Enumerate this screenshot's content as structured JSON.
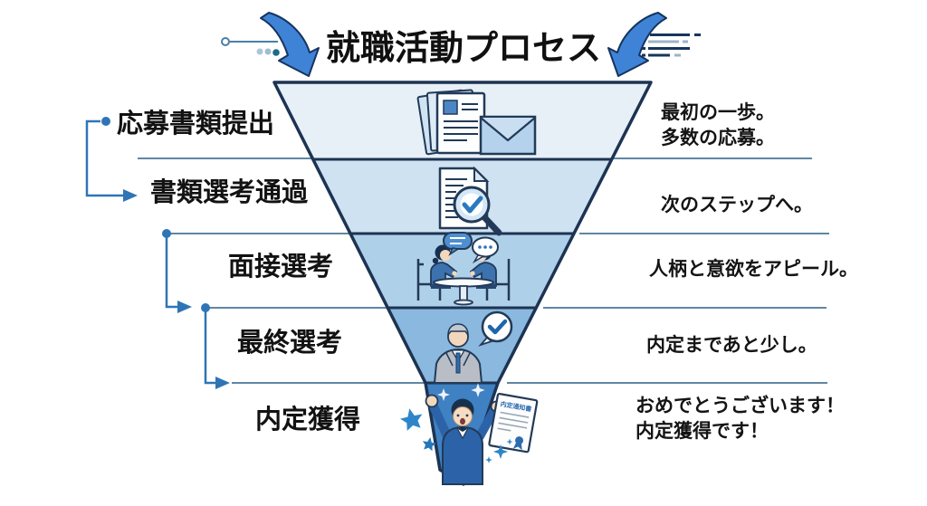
{
  "title": "就職活動プロセス",
  "colors": {
    "outline": "#1d3352",
    "accent_blue": "#2f75b5",
    "arrow_fill": "#3f83d6",
    "thin_line": "#5f87a5",
    "star_blue": "#2e86c8"
  },
  "stages": [
    {
      "label": "応募書類提出",
      "desc": "最初の一歩。\n多数の応募。",
      "color": "#e7eff7",
      "icon": "documents-envelope-icon"
    },
    {
      "label": "書類選考通過",
      "desc": "次のステップへ。",
      "color": "#cfe2f1",
      "icon": "document-magnifier-icon"
    },
    {
      "label": "面接選考",
      "desc": "人柄と意欲をアピール。",
      "color": "#afd0e9",
      "icon": "interview-icon"
    },
    {
      "label": "最終選考",
      "desc": "内定まであと少し。",
      "color": "#8ab8de",
      "icon": "executive-check-icon"
    },
    {
      "label": "内定獲得",
      "desc": "おめでとうございます！\n内定獲得です！",
      "color": "#3f81c3",
      "icon": "celebration-certificate-icon",
      "certificate_label": "内定通知書"
    }
  ]
}
